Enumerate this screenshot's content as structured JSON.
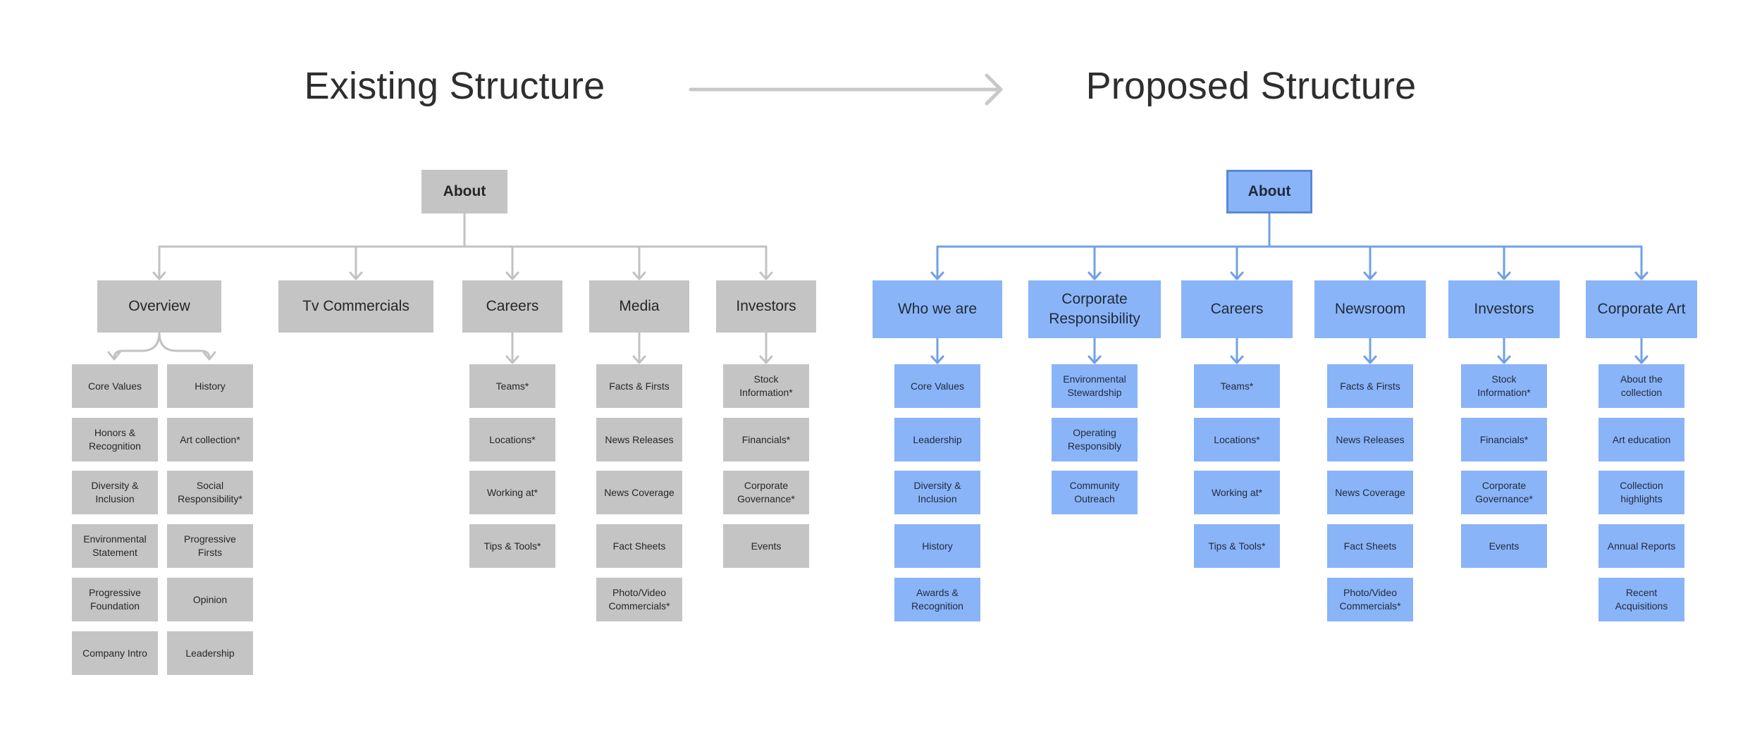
{
  "titles": {
    "existing": "Existing Structure",
    "proposed": "Proposed Structure"
  },
  "colors": {
    "existing_node": "#c4c4c4",
    "existing_line": "#c2c2c2",
    "proposed_node": "#8ab4f8",
    "proposed_border": "#5a88d6",
    "proposed_line": "#6fa0e8",
    "arrow": "#c8c8c8"
  },
  "existing": {
    "root": "About",
    "sections": [
      {
        "label": "Overview",
        "columns": [
          [
            "Core Values",
            "Honors & Recognition",
            "Diversity & Inclusion",
            "Environmental Statement",
            "Progressive Foundation",
            "Company Intro"
          ],
          [
            "History",
            "Art collection*",
            "Social Responsibility*",
            "Progressive Firsts",
            "Opinion",
            "Leadership"
          ]
        ]
      },
      {
        "label": "Tv Commercials",
        "children": []
      },
      {
        "label": "Careers",
        "children": [
          "Teams*",
          "Locations*",
          "Working at*",
          "Tips & Tools*"
        ]
      },
      {
        "label": "Media",
        "children": [
          "Facts & Firsts",
          "News Releases",
          "News Coverage",
          "Fact Sheets",
          "Photo/Video Commercials*"
        ]
      },
      {
        "label": "Investors",
        "children": [
          "Stock Information*",
          "Financials*",
          "Corporate Governance*",
          "Events"
        ]
      }
    ]
  },
  "proposed": {
    "root": "About",
    "sections": [
      {
        "label": "Who we are",
        "children": [
          "Core Values",
          "Leadership",
          "Diversity & Inclusion",
          "History",
          "Awards & Recognition"
        ]
      },
      {
        "label": "Corporate Responsibility",
        "children": [
          "Environmental Stewardship",
          "Operating Responsibly",
          "Community Outreach"
        ]
      },
      {
        "label": "Careers",
        "children": [
          "Teams*",
          "Locations*",
          "Working at*",
          "Tips & Tools*"
        ]
      },
      {
        "label": "Newsroom",
        "children": [
          "Facts & Firsts",
          "News Releases",
          "News Coverage",
          "Fact Sheets",
          "Photo/Video Commercials*"
        ]
      },
      {
        "label": "Investors",
        "children": [
          "Stock Information*",
          "Financials*",
          "Corporate Governance*",
          "Events"
        ]
      },
      {
        "label": "Corporate Art",
        "children": [
          "About the collection",
          "Art education",
          "Collection highlights",
          "Annual Reports",
          "Recent Acquisitions"
        ]
      }
    ]
  }
}
